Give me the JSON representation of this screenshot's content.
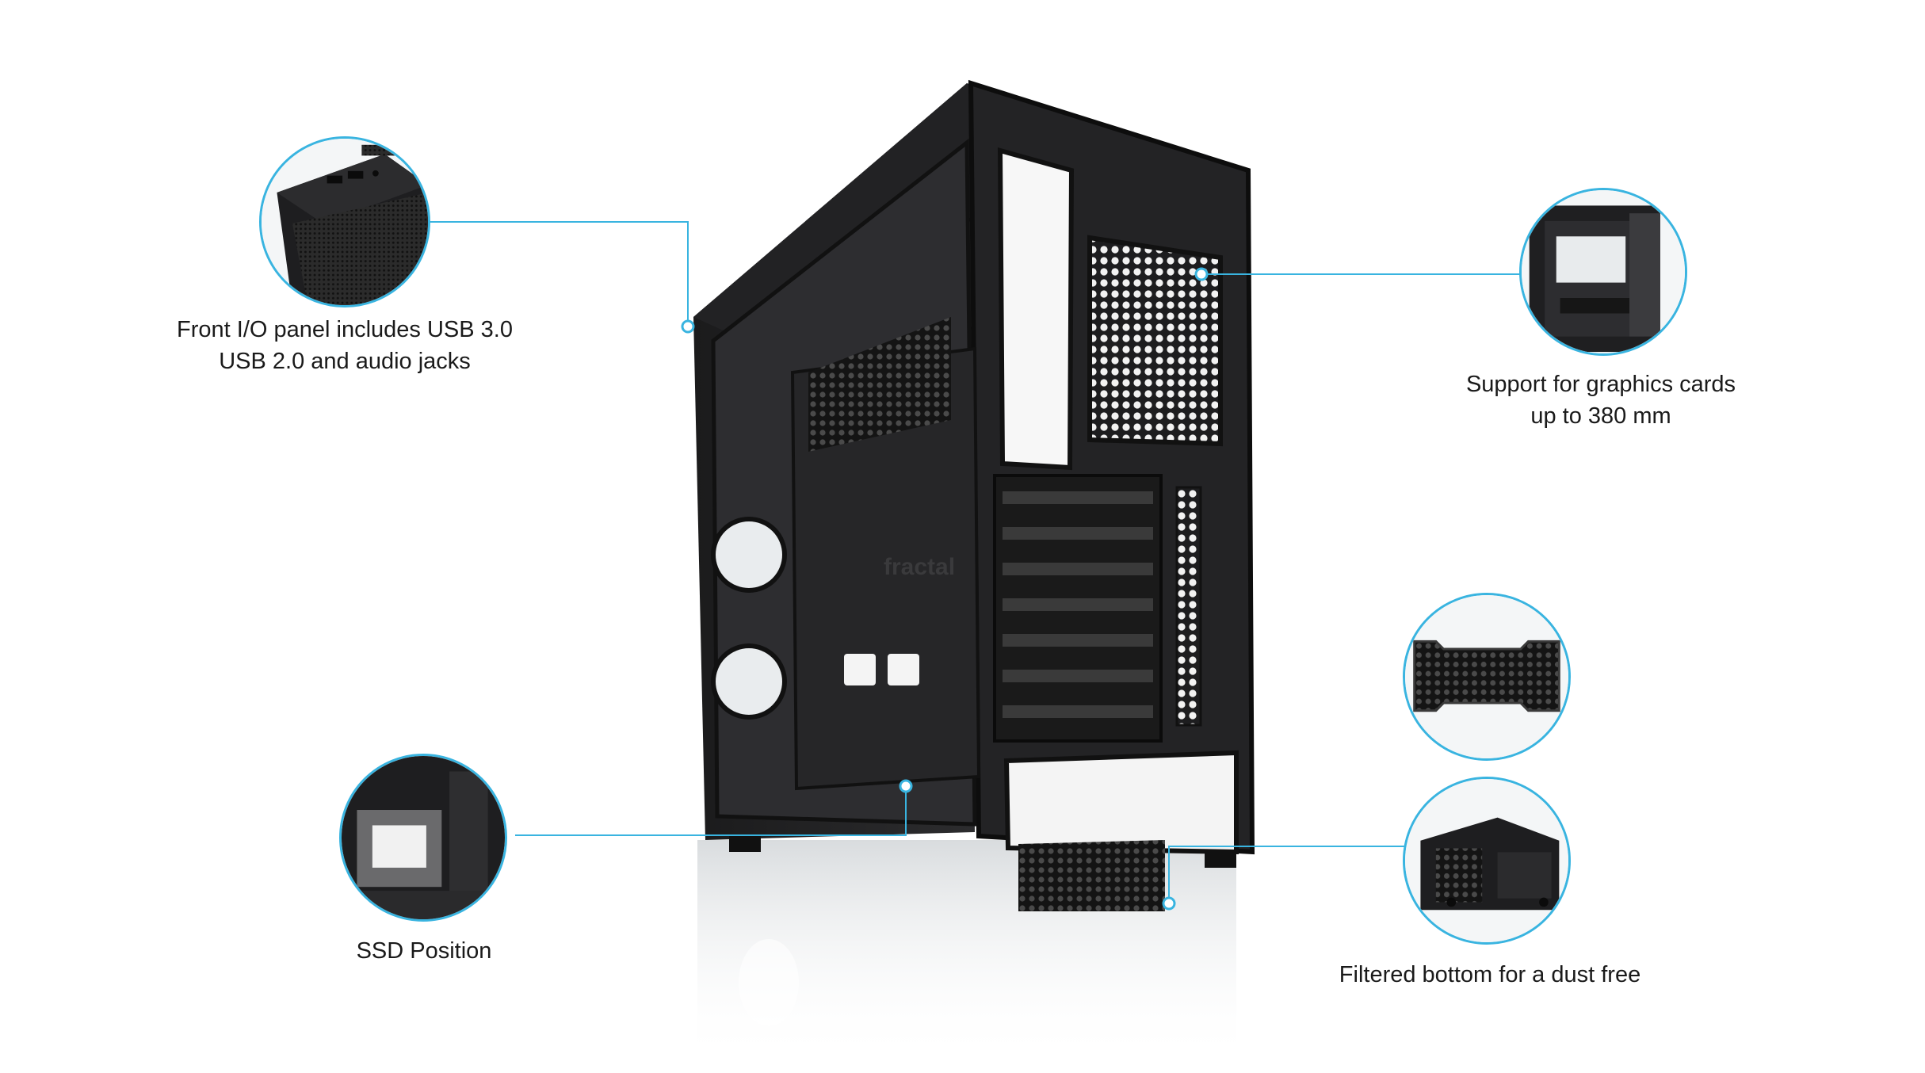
{
  "accent_color": "#39b4e0",
  "callouts": [
    {
      "icon": "front-io-panel-image",
      "caption_lines": [
        "Front I/O panel includes USB 3.0",
        "USB 2.0 and audio jacks"
      ]
    },
    {
      "icon": "graphics-card-space-image",
      "caption_lines": [
        "Support for graphics cards",
        "up to 380 mm"
      ]
    },
    {
      "icon": "ssd-position-image",
      "caption_lines": [
        "SSD Position"
      ]
    },
    {
      "icon": "dust-filter-image",
      "caption_lines": []
    },
    {
      "icon": "case-bottom-image",
      "caption_lines": [
        "Filtered bottom for a dust free"
      ]
    }
  ],
  "product": {
    "icon": "pc-case-image",
    "brand_mark": "fractal"
  }
}
